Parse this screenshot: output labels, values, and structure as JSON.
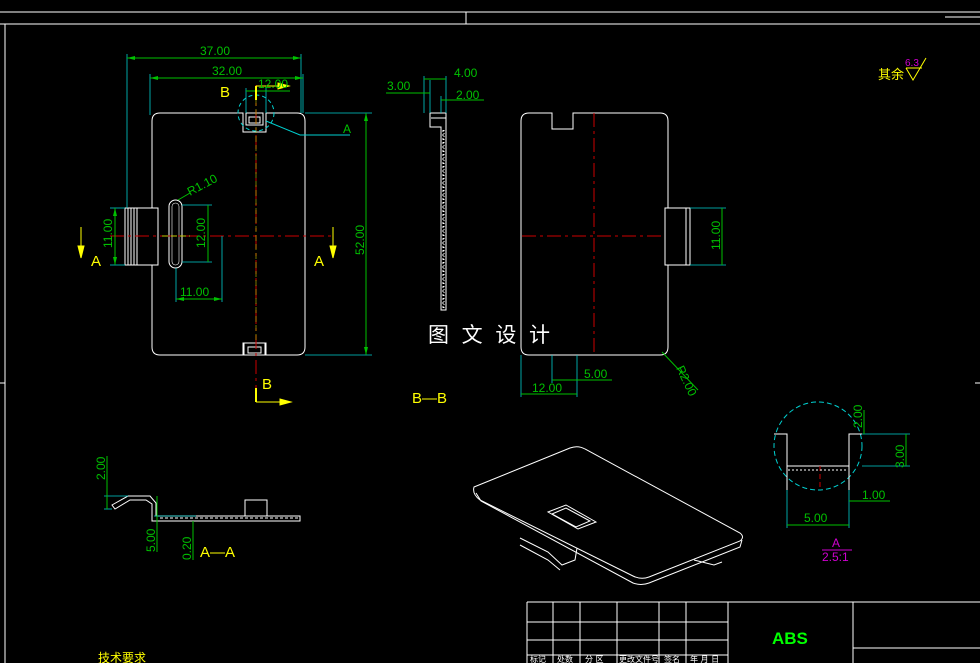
{
  "colors": {
    "frame": "#ffffff",
    "dimension": "#00c000",
    "extension": "#00d0d0",
    "centerline": "#cc0000",
    "axis": "#c8c800",
    "label": "#ffff00",
    "detail": "#d000d0",
    "material": "#00ff00"
  },
  "front_view": {
    "dim_37": "37.00",
    "dim_32": "32.00",
    "dim_12_top": "12.00",
    "dim_52": "52.00",
    "dim_11_left": "11.00",
    "dim_12_slot": "12.00",
    "dim_11_bottom": "11.00",
    "radius": "R1.10",
    "leader_a": "A",
    "section_b_top": "B",
    "section_b_bottom": "B",
    "section_a_left": "A",
    "section_a_right": "A"
  },
  "side_view": {
    "dim_3": "3.00",
    "dim_4": "4.00",
    "dim_2": "2.00",
    "title": "B—B"
  },
  "rear_view": {
    "dim_11": "11.00",
    "dim_12": "12.00",
    "dim_5": "5.00",
    "radius": "R2.00"
  },
  "watermark": "图 文 设 计",
  "roughness": {
    "label": "其余",
    "value": "6.3"
  },
  "section_aa": {
    "dim_2": "2.00",
    "dim_5": "5.00",
    "dim_020": "0.20",
    "title": "A—A"
  },
  "detail_view": {
    "dim_2": "2.00",
    "dim_3": "3.00",
    "dim_1": "1.00",
    "dim_5": "5.00",
    "label": "A",
    "scale": "2.5:1"
  },
  "title_block": {
    "material": "ABS",
    "headers": [
      "标记",
      "处数",
      "分 区",
      "更改文件号",
      "签名",
      "年 月 日"
    ]
  },
  "notes": {
    "heading": "技术要求"
  }
}
